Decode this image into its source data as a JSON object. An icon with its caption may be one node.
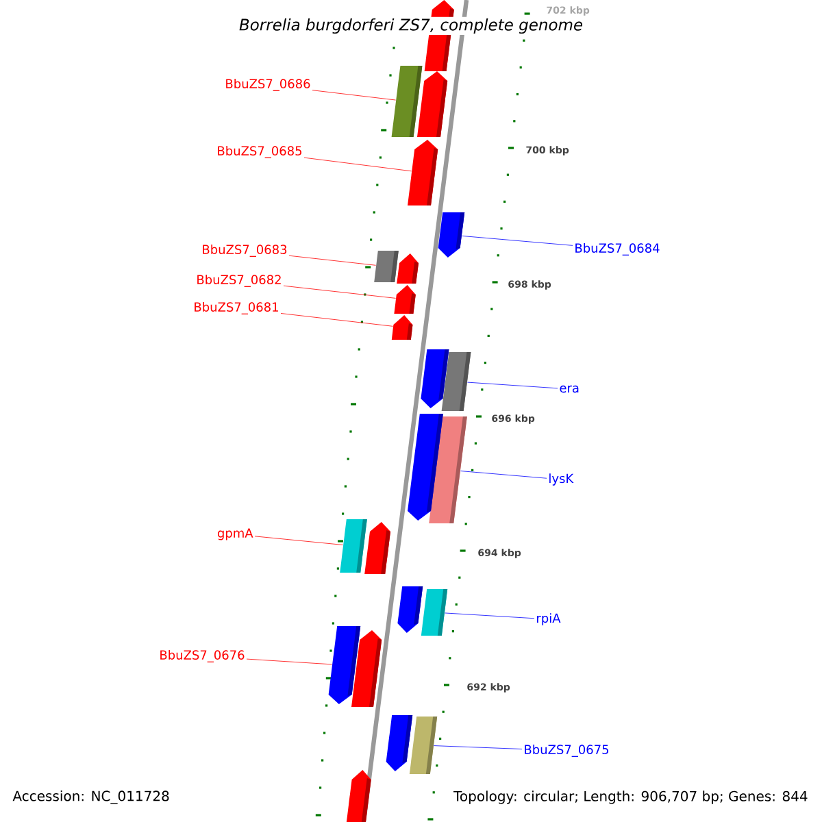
{
  "diagram": {
    "title": "Borrelia burgdorferi ZS7, complete genome",
    "nodes": [
      {
        "text": [
          "BbuZS7_0686"
        ]
      },
      {
        "text": [],
        "shape": "box"
      },
      {
        "text": [
          "BbuZS7_0685"
        ]
      },
      {
        "text": [],
        "shape": "arrow"
      },
      {
        "text": [
          "BbuZS7_0684"
        ]
      },
      {
        "text": [],
        "shape": "arrow"
      },
      {
        "text": [
          "BbuZS7_0683"
        ]
      },
      {
        "text": [],
        "shape": "box"
      },
      {
        "text": [
          "BbuZS7_0682"
        ]
      },
      {
        "text": [],
        "shape": "arrow"
      },
      {
        "text": [
          "BbuZS7_0681"
        ]
      },
      {
        "text": [],
        "shape": "arrow"
      },
      {
        "text": [
          "era"
        ]
      },
      {
        "text": [],
        "shape": "box"
      },
      {
        "text": [
          "lysK"
        ]
      },
      {
        "text": [],
        "shape": "box"
      },
      {
        "text": [
          "gpmA"
        ]
      },
      {
        "text": [],
        "shape": "box"
      },
      {
        "text": [
          "rpiA"
        ]
      },
      {
        "text": [],
        "shape": "box"
      },
      {
        "text": [
          "BbuZS7_0676"
        ]
      },
      {
        "text": [],
        "shape": "arrow"
      },
      {
        "text": [
          "BbuZS7_0675"
        ]
      },
      {
        "text": [],
        "shape": "box"
      },
      {
        "text": [],
        "shape": "arrow"
      },
      {
        "text": [],
        "shape": "arrow"
      },
      {
        "text": [],
        "shape": "arrow"
      },
      {
        "text": [],
        "shape": "arrow"
      },
      {
        "text": [],
        "shape": "arrow"
      },
      {
        "text": [],
        "shape": "arrow"
      },
      {
        "text": [],
        "shape": "arrow"
      },
      {
        "text": [],
        "shape": "arrow"
      },
      {
        "text": [],
        "shape": "arrow"
      },
      {
        "text": [],
        "shape": "arrow"
      }
    ],
    "edges": [
      {
        "from": 0,
        "to": 1,
        "arrow": "none"
      },
      {
        "from": 2,
        "to": 3,
        "arrow": "none"
      },
      {
        "from": 4,
        "to": 5,
        "arrow": "none",
        "color": "#0000ff"
      },
      {
        "from": 6,
        "to": 7,
        "arrow": "none"
      },
      {
        "from": 8,
        "to": 9,
        "arrow": "none"
      },
      {
        "from": 10,
        "to": 11,
        "arrow": "none"
      },
      {
        "from": 12,
        "to": 13,
        "arrow": "none",
        "color": "#0000ff"
      },
      {
        "from": 14,
        "to": 15,
        "arrow": "none",
        "color": "#0000ff"
      },
      {
        "from": 16,
        "to": 17,
        "arrow": "none"
      },
      {
        "from": 18,
        "to": 19,
        "arrow": "none",
        "color": "#0000ff"
      },
      {
        "from": 20,
        "to": 21,
        "arrow": "none"
      },
      {
        "from": 22,
        "to": 23,
        "arrow": "none",
        "color": "#0000ff"
      }
    ],
    "labels": [
      "702 kbp",
      "700 kbp",
      "698 kbp",
      "696 kbp",
      "694 kbp",
      "692 kbp",
      "Accession: NC_011728",
      "Topology: circular; Length: 906,707 bp; Genes: 844"
    ]
  }
}
